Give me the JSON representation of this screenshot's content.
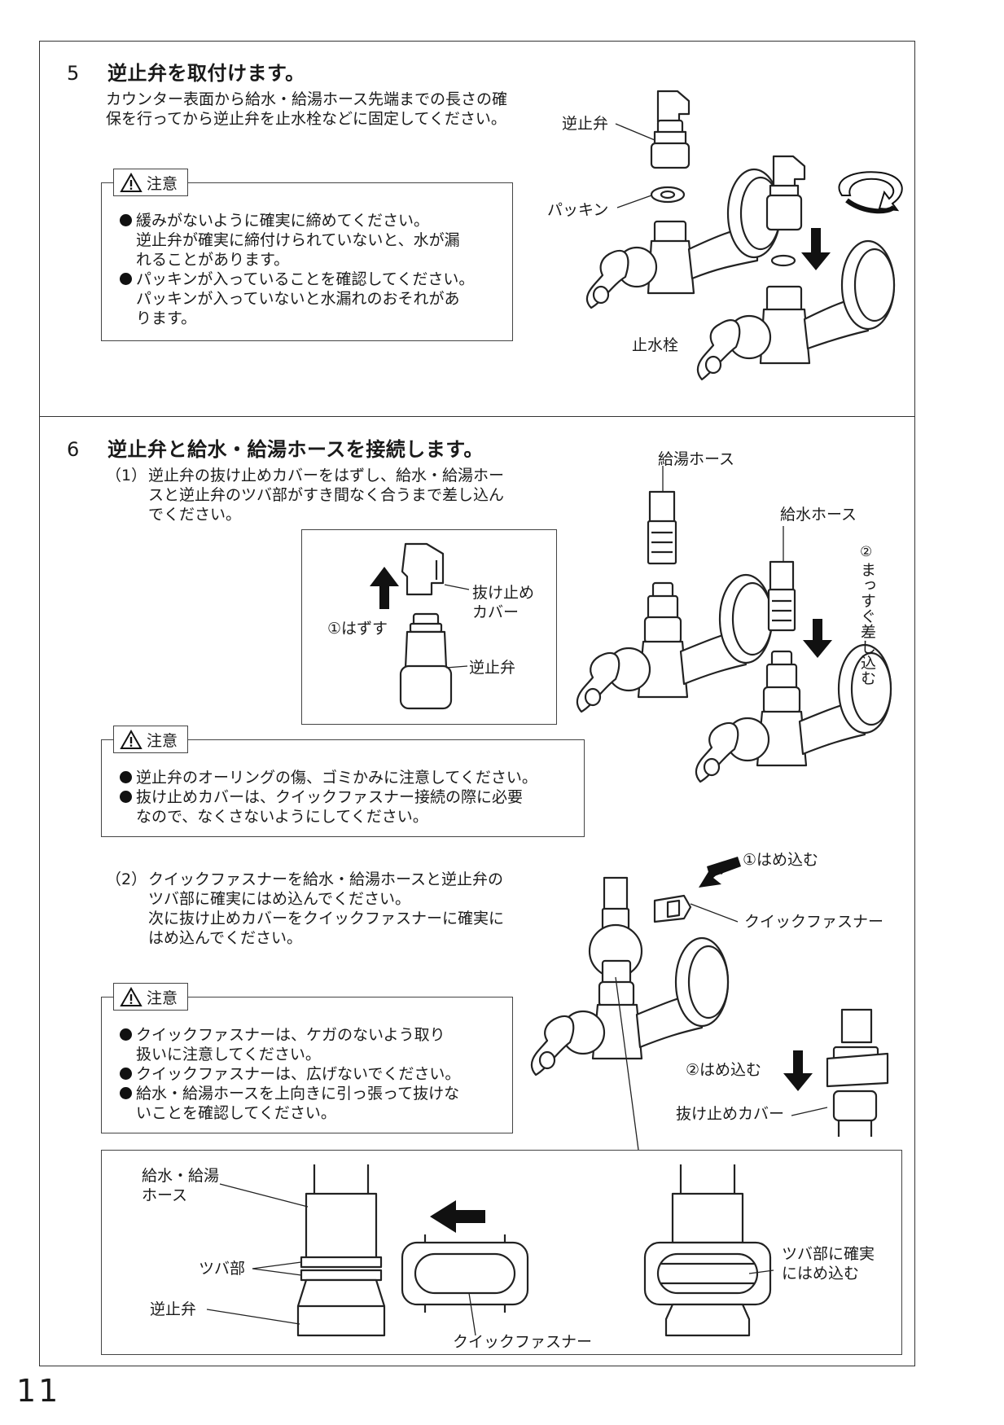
{
  "page_number": "11",
  "step5": {
    "number": "5",
    "title": "逆止弁を取付けます。",
    "description": "カウンター表面から給水・給湯ホース先端までの長さの確\n保を行ってから逆止弁を止水栓などに固定してください。",
    "caution_label": "注意",
    "caution_items": [
      "緩みがないように確実に締めてください。\n逆止弁が確実に締付けられていないと、水が漏\nれることがあります。",
      "パッキンが入っていることを確認してください。\nパッキンが入っていないと水漏れのおそれがあ\nります。"
    ],
    "labels": {
      "check_valve": "逆止弁",
      "packing": "パッキン",
      "stop_valve": "止水栓"
    }
  },
  "step6": {
    "number": "6",
    "title": "逆止弁と給水・給湯ホースを接続します。",
    "sub1": {
      "marker": "（1）",
      "text": "逆止弁の抜け止めカバーをはずし、給水・給湯ホー\nスと逆止弁のツバ部がすき間なく合うまで差し込ん\nでください。"
    },
    "inset1": {
      "remove": "①はずす",
      "cover": "抜け止め\nカバー",
      "check_valve": "逆止弁"
    },
    "right_labels": {
      "hot_hose": "給湯ホース",
      "cold_hose": "給水ホース",
      "insert_num": "②",
      "insert_text": "まっすぐ差し込む"
    },
    "caution_label": "注意",
    "caution1_items": [
      "逆止弁のオーリングの傷、ゴミかみに注意してください。",
      "抜け止めカバーは、クイックファスナー接続の際に必要\nなので、なくさないようにしてください。"
    ],
    "sub2": {
      "marker": "（2）",
      "text": "クイックファスナーを給水・給湯ホースと逆止弁の\nツバ部に確実にはめ込んでください。\n次に抜け止めカバーをクイックファスナーに確実に\nはめ込んでください。"
    },
    "sub2_labels": {
      "fit1": "①はめ込む",
      "quick_fastener": "クイックファスナー",
      "fit2": "②はめ込む",
      "cover": "抜け止めカバー"
    },
    "caution2_items": [
      "クイックファスナーは、ケガのないよう取り\n扱いに注意してください。",
      "クイックファスナーは、広げないでください。",
      "給水・給湯ホースを上向きに引っ張って抜けな\nいことを確認してください。"
    ],
    "detail": {
      "hose": "給水・給湯\nホース",
      "flange": "ツバ部",
      "check_valve": "逆止弁",
      "quick_fastener": "クイックファスナー",
      "fit_flange": "ツバ部に確実\nにはめ込む"
    }
  }
}
